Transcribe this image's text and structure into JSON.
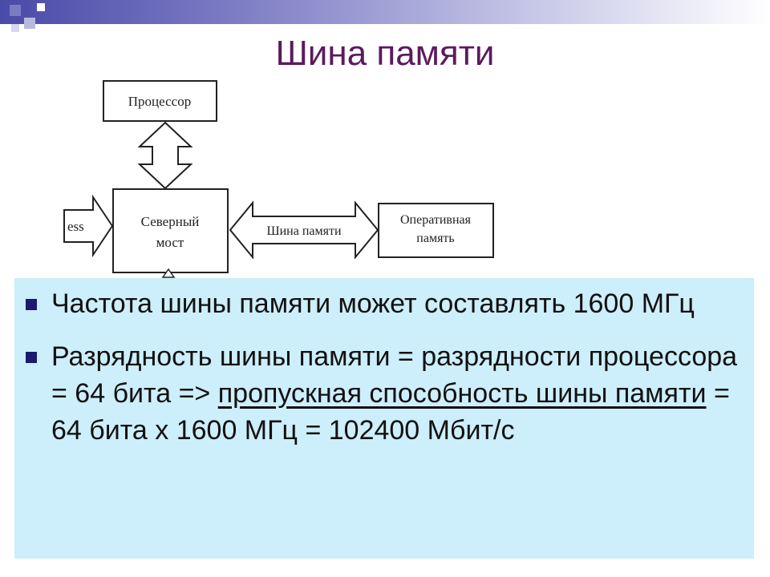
{
  "slide": {
    "title": "Шина памяти"
  },
  "diagram": {
    "processor": "Процессор",
    "north_bridge_line1": "Северный",
    "north_bridge_line2": "мост",
    "bus_label": "Шина памяти",
    "ram_line1": "Оперативная",
    "ram_line2": "память",
    "left_arrow_text": "ess"
  },
  "bullets": {
    "b1": "Частота шины памяти может составлять 1600 МГц",
    "b2_prefix": "Разрядность шины памяти = разрядности процессора = 64 бита => ",
    "b2_underlined": "пропускная способность шины памяти",
    "b2_suffix": " = 64 бита х 1600 МГц = 102400 Мбит/с"
  },
  "colors": {
    "title": "#5c1a5c",
    "panel": "#cdeefb",
    "bullet_mark": "#1a1a6e"
  }
}
